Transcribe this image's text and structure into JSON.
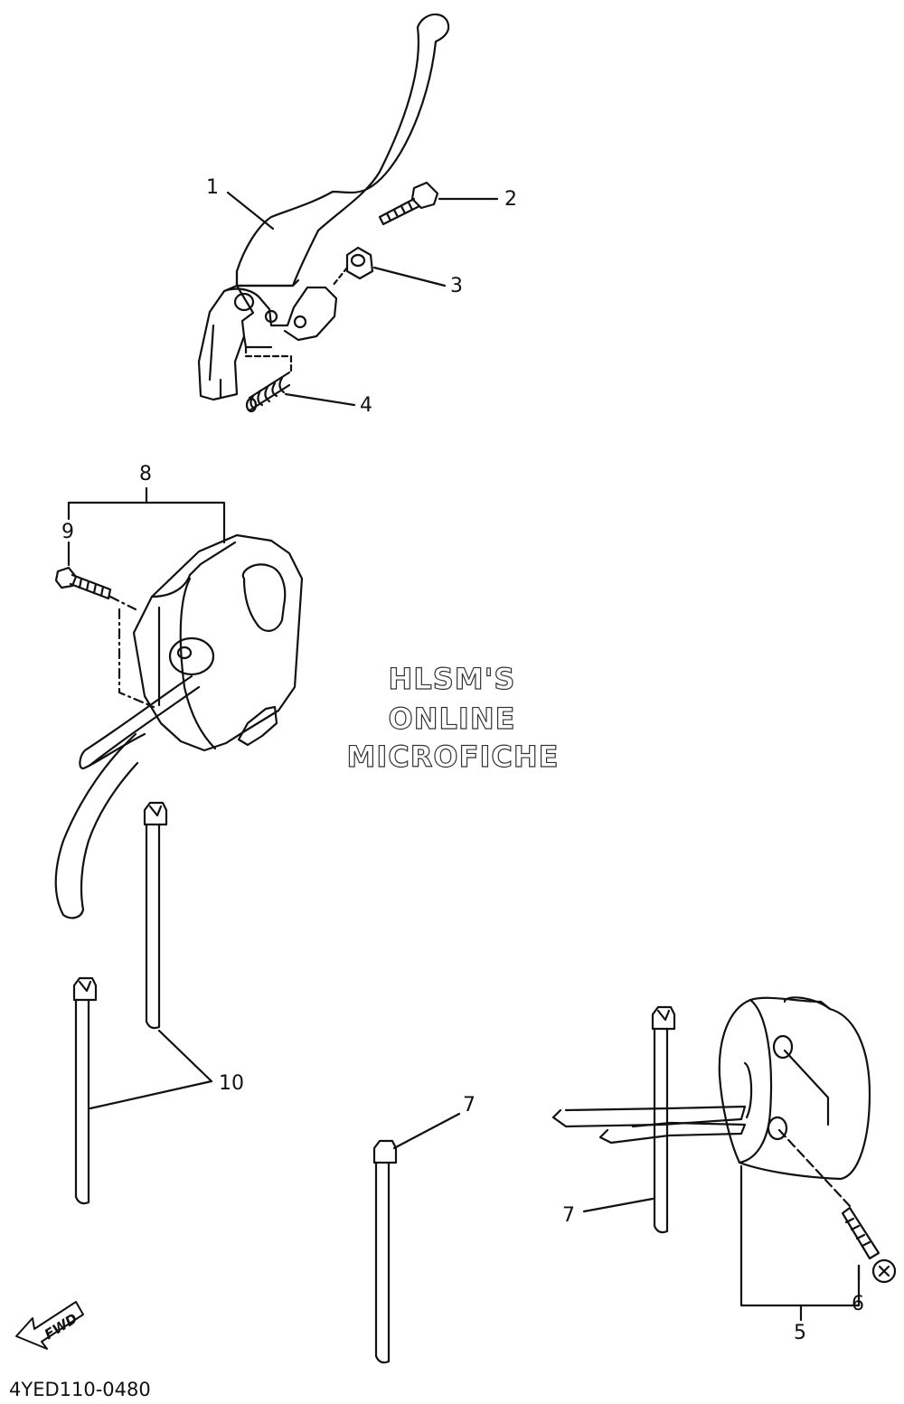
{
  "callouts": {
    "c1": "1",
    "c2": "2",
    "c3": "3",
    "c4": "4",
    "c5": "5",
    "c6": "6",
    "c7a": "7",
    "c7b": "7",
    "c8": "8",
    "c9": "9",
    "c10": "10"
  },
  "watermark": {
    "line1": "HLSM'S",
    "line2": "ONLINE",
    "line3": "MICROFICHE"
  },
  "fwd_label": "FWD",
  "diagram_code": "4YED110-0480"
}
